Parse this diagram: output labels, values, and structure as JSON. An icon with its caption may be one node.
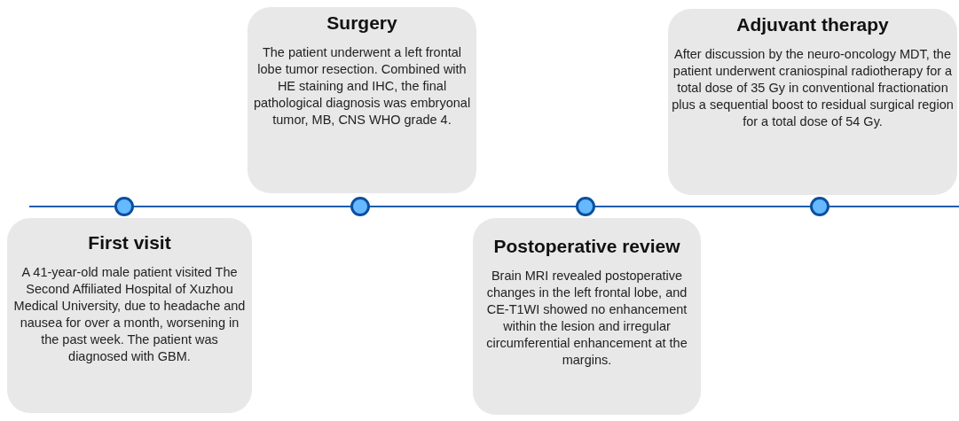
{
  "diagram": {
    "nodes": [
      {
        "text": [
          "First visit",
          "A 41-year-old male patient visited The Second Affiliated Hospital of Xuzhou Medical University, due to headache and nausea for over a month, worsening in the past week. The patient was diagnosed with GBM."
        ]
      },
      {
        "text": [
          "Surgery",
          "The patient underwent a left frontal lobe tumor resection. Combined with HE staining and IHC, the final pathological diagnosis was embryonal tumor, MB, CNS WHO grade 4."
        ]
      },
      {
        "text": [
          "Postoperative review",
          "Brain MRI revealed postoperative changes in the left frontal lobe, and CE-T1WI showed no enhancement within the lesion and irregular circumferential enhancement at the margins."
        ]
      },
      {
        "text": [
          "Adjuvant therapy",
          "After discussion by the neuro-oncology MDT, the patient underwent craniospinal radiotherapy for a total dose of 35 Gy in conventional fractionation plus a sequential boost to residual surgical region for a total dose of 54 Gy."
        ]
      },
      {
        "text": [],
        "shape": "circle"
      },
      {
        "text": [],
        "shape": "circle"
      },
      {
        "text": [],
        "shape": "circle"
      },
      {
        "text": [],
        "shape": "circle"
      }
    ],
    "edges": [
      {
        "from": null,
        "to": 4,
        "arrow": "none"
      },
      {
        "from": 4,
        "to": 5,
        "arrow": "none"
      },
      {
        "from": 5,
        "to": 6,
        "arrow": "none"
      },
      {
        "from": 6,
        "to": 7,
        "arrow": "none"
      },
      {
        "from": 7,
        "to": null,
        "arrow": "none"
      }
    ]
  }
}
